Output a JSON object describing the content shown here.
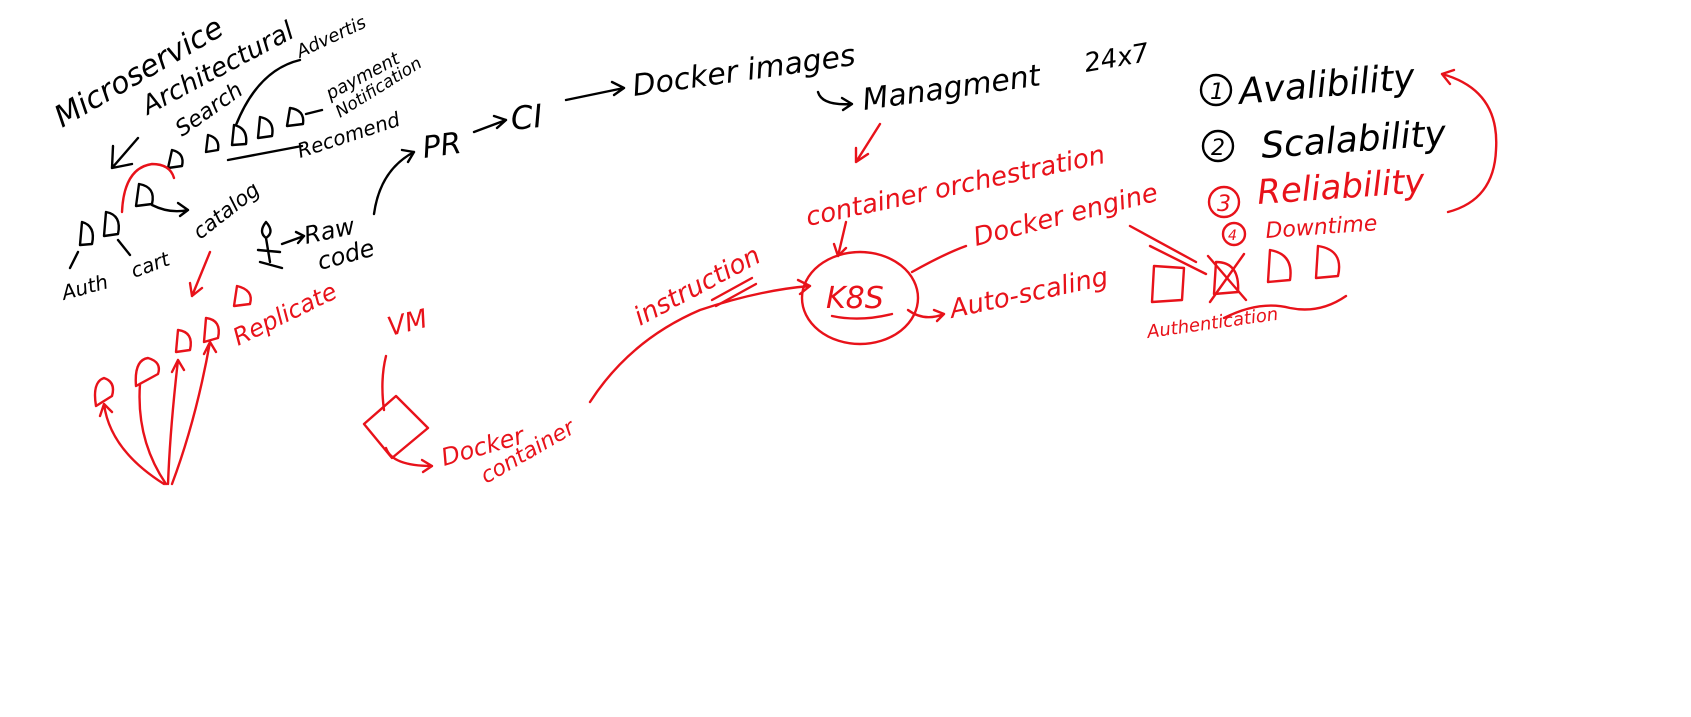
{
  "colors": {
    "black_ink": "#000000",
    "red_ink": "#e8121a",
    "background": "#ffffff"
  },
  "black": {
    "title_1": "Microservice",
    "title_2": "Architectural",
    "search": "Search",
    "advertis": "Advertis",
    "payment": "payment",
    "notification": "Notification",
    "recommend": "Recomend",
    "auth": "Auth",
    "cart": "cart",
    "catalog": "catalog",
    "raw": "Raw",
    "code": "code",
    "pr": "PR",
    "ci": "CI",
    "docker_images": "Docker images",
    "management": "Managment",
    "hours": "24x7",
    "list_1_num": "1",
    "list_1": "Avalibility",
    "list_2_num": "2",
    "list_2": "Scalability"
  },
  "red": {
    "replicate": "Replicate",
    "vm": "VM",
    "docker_container_1": "Docker",
    "docker_container_2": "container",
    "instruction": "instruction",
    "container_orchestration_1": "container orchestration",
    "container_orchestration_2": "orchestration",
    "k8s": "K8S",
    "docker_engine": "Docker engine",
    "auto_scaling": "Auto-scaling",
    "list_3_num": "3",
    "list_3": "Reliability",
    "list_4_num": "4",
    "downtime": "Downtime",
    "authentication": "Authentication"
  }
}
